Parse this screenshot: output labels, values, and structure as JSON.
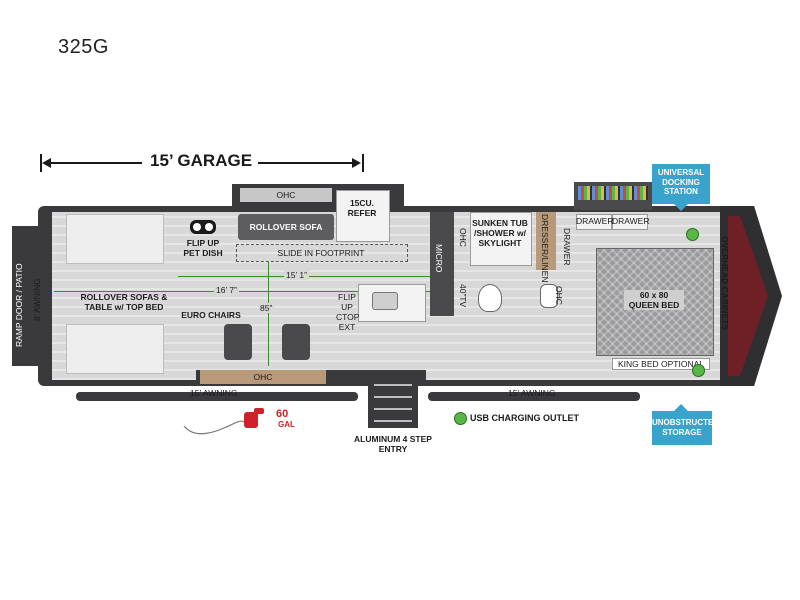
{
  "model": "325G",
  "garage": {
    "label": "15’ GARAGE"
  },
  "labels": {
    "ramp_door": "RAMP DOOR / PATIO",
    "awning_8": "8’ AWNING",
    "ohc": "OHC",
    "refer": "15CU. REFER",
    "rollover_sofa": "ROLLOVER SOFA",
    "flip_up_pet_dish": "FLIP UP PET DISH",
    "slide_in_footprint": "SLIDE IN FOOTPRINT",
    "rollover_sofas_table": "ROLLOVER SOFAS & TABLE w/ TOP BED",
    "euro_chairs": "EURO CHAIRS",
    "flip_up_ctop_ext": "FLIP UP CTOP EXT",
    "micro": "MICRO",
    "tv": "40”TV",
    "sunken_tub": "SUNKEN TUB /SHOWER w/ SKYLIGHT",
    "dresser_linen": "DRESSER/LINEN",
    "drawer": "DRAWER",
    "queen_bed": "60 x 80 QUEEN BED",
    "king_bed_optional": "KING BED OPTIONAL",
    "overhead_cabinets": "OVERHEAD CABINETS",
    "universal_docking": "UNIVERSAL DOCKING STATION",
    "unobstructed_storage": "UNOBSTRUCTED STORAGE",
    "usb_outlet": "USB CHARGING OUTLET",
    "aluminum_entry": "ALUMINUM 4 STEP ENTRY",
    "awning_15_left": "15’ AWNING",
    "awning_15_right": "15’ AWNING",
    "fuel_amount": "60",
    "fuel_unit": "GAL"
  },
  "dimensions": {
    "d1": "15’ 1”",
    "d2": "16’ 7”",
    "d3": "85”"
  },
  "colors": {
    "accent_blue": "#3aa3cc",
    "usb_green": "#58b847",
    "fuel_red": "#d0202a",
    "dimension_green": "#3f8a2f"
  }
}
